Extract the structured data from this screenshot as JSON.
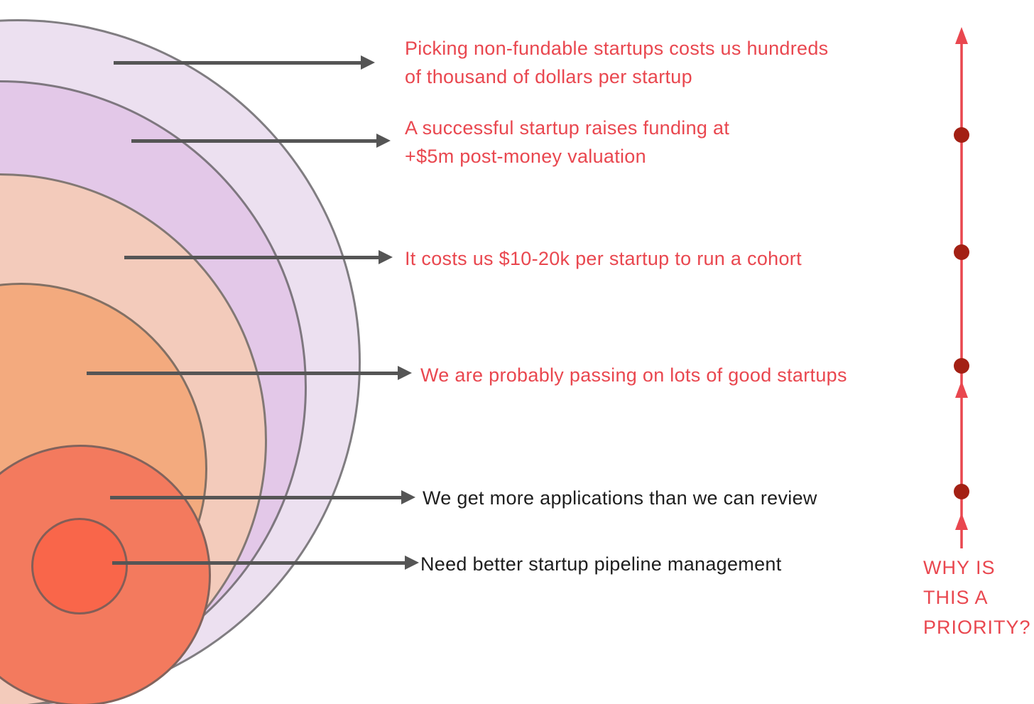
{
  "diagram": {
    "annotations": [
      {
        "emphasis": "red",
        "lines": [
          "Picking non-fundable startups costs us hundreds",
          "of thousand of dollars per startup"
        ]
      },
      {
        "emphasis": "red",
        "lines": [
          "A successful startup raises funding at",
          "+$5m post-money valuation"
        ]
      },
      {
        "emphasis": "red",
        "lines": [
          "It costs us $10-20k per startup to run a cohort"
        ]
      },
      {
        "emphasis": "red",
        "lines": [
          "We are probably passing on lots of good startups"
        ]
      },
      {
        "emphasis": "dark",
        "lines": [
          "We get more applications than we can review"
        ]
      },
      {
        "emphasis": "dark",
        "lines": [
          "Need better startup pipeline management"
        ]
      }
    ],
    "priority_label": {
      "lines": [
        "WHY IS",
        "THIS A",
        "PRIORITY?"
      ]
    },
    "rings": [
      {
        "name": "outermost-ring",
        "fill": "#ece0f0"
      },
      {
        "name": "ring-2",
        "fill": "#e3c8e8"
      },
      {
        "name": "ring-3",
        "fill": "#f3cbbb"
      },
      {
        "name": "ring-4",
        "fill": "#f3aa7e"
      },
      {
        "name": "ring-5",
        "fill": "#f37a5e"
      },
      {
        "name": "innermost-ring",
        "fill": "#f9664a"
      }
    ],
    "colors": {
      "red_text": "#e9474f",
      "dark_text": "#1e1e1e",
      "pointer_arrow": "#555555",
      "priority_arrow": "#e9474f",
      "priority_dot": "#a32014",
      "ring_stroke": "#5c5c5c"
    }
  }
}
